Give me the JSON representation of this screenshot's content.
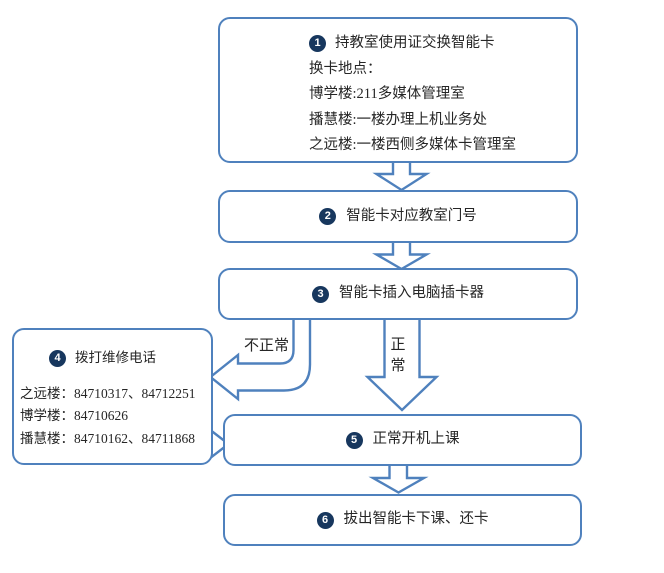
{
  "diagram": {
    "steps": [
      {
        "number": "1",
        "title": "持教室使用证交换智能卡",
        "lines": [
          "换卡地点：",
          "博学楼:211多媒体管理室",
          "播慧楼:一楼办理上机业务处",
          "之远楼:一楼西侧多媒体卡管理室"
        ]
      },
      {
        "number": "2",
        "title": "智能卡对应教室门号"
      },
      {
        "number": "3",
        "title": "智能卡插入电脑插卡器"
      },
      {
        "number": "4",
        "title": "拨打维修电话",
        "lines": [
          "之远楼：84710317、84712251",
          "博学楼：84710626",
          "播慧楼：84710162、84711868"
        ]
      },
      {
        "number": "5",
        "title": "正常开机上课"
      },
      {
        "number": "6",
        "title": "拔出智能卡下课、还卡"
      }
    ],
    "branch_labels": {
      "abnormal": "不正常",
      "normal": "正常"
    },
    "colors": {
      "outline": "#4f81bd",
      "badge_fill": "#17375e",
      "text": "#262626",
      "background": "#ffffff"
    }
  }
}
